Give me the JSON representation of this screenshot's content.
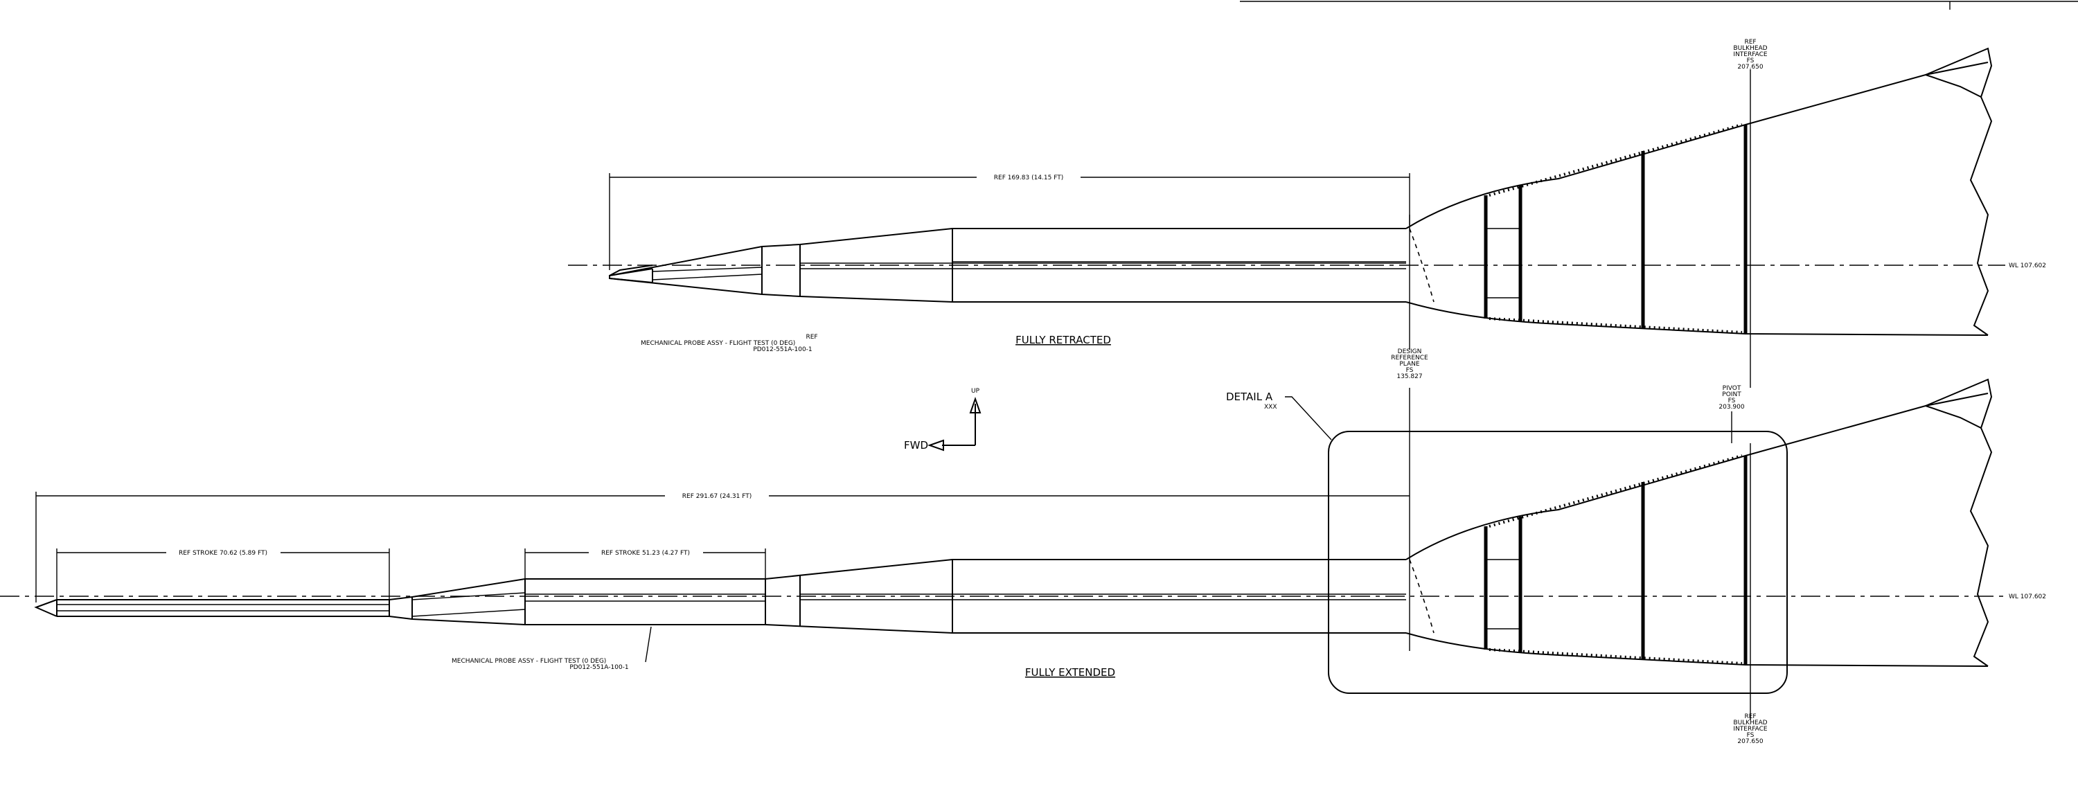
{
  "views": {
    "retracted": {
      "title": "FULLY RETRACTED",
      "overall_dim": "REF 169.83 (14.15 FT)",
      "probe_note": [
        "REF",
        "MECHANICAL PROBE ASSY - FLIGHT TEST (0 DEG)",
        "PD012-551A-100-1"
      ],
      "wl_label": "WL 107.602"
    },
    "extended": {
      "title": "FULLY EXTENDED",
      "overall_dim": "REF 291.67 (24.31 FT)",
      "stroke_dim_1": "REF STROKE 70.62 (5.89 FT)",
      "stroke_dim_2": "REF STROKE 51.23 (4.27 FT)",
      "probe_note": [
        "MECHANICAL PROBE ASSY - FLIGHT TEST (0 DEG)",
        "PD012-551A-100-1"
      ],
      "wl_label": "WL 107.602"
    }
  },
  "callouts": {
    "bulkhead_top": [
      "REF",
      "BULKHEAD",
      "INTERFACE",
      "FS",
      "207.650"
    ],
    "bulkhead_bottom": [
      "REF",
      "BULKHEAD",
      "INTERFACE",
      "FS",
      "207.650"
    ],
    "design_ref": [
      "DESIGN",
      "REFERENCE",
      "PLANE",
      "FS",
      "135.827"
    ],
    "pivot": [
      "PIVOT",
      "POINT",
      "FS",
      "203.900"
    ],
    "detail": "DETAIL A",
    "detail_sub": "XXX"
  },
  "orientation": {
    "up": "UP",
    "fwd": "FWD"
  }
}
